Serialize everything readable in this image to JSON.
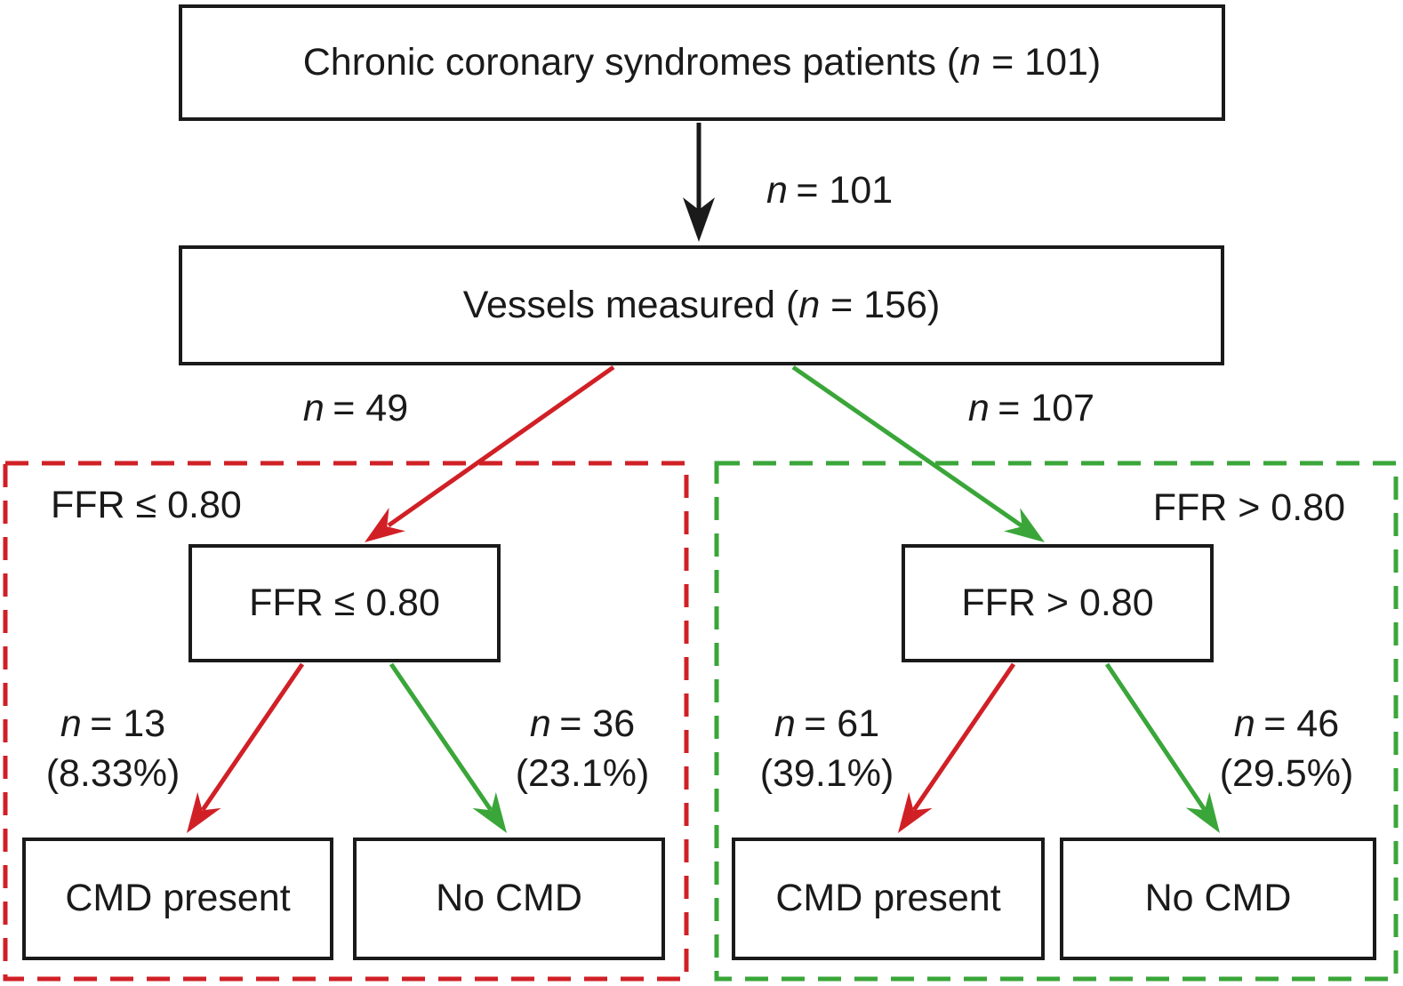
{
  "colors": {
    "red": "#d02026",
    "green": "#3aa639",
    "ink": "#1a1a1a"
  },
  "nodes": {
    "patients": {
      "pre": "Chronic coronary syndromes patients (",
      "n": "n",
      "post": " = 101)"
    },
    "vessels": {
      "pre": "Vessels measured (",
      "n": "n",
      "post": " = 156)"
    },
    "ffr_low_box": {
      "label": "FFR ≤ 0.80"
    },
    "ffr_high_box": {
      "label": "FFR > 0.80"
    },
    "cmd_present_low": {
      "label": "CMD present"
    },
    "no_cmd_low": {
      "label": "No CMD"
    },
    "cmd_present_high": {
      "label": "CMD present"
    },
    "no_cmd_high": {
      "label": "No CMD"
    }
  },
  "regions": {
    "low": {
      "label": "FFR ≤ 0.80"
    },
    "high": {
      "label": "FFR > 0.80"
    }
  },
  "edges": {
    "patients_to_vessels": {
      "n": "n",
      "value": "= 101"
    },
    "vessels_to_low": {
      "n": "n",
      "value": "= 49"
    },
    "vessels_to_high": {
      "n": "n",
      "value": "= 107"
    },
    "low_to_cmd": {
      "n": "n",
      "value": "= 13",
      "pct": "(8.33%)"
    },
    "low_to_nocmd": {
      "n": "n",
      "value": "= 36",
      "pct": "(23.1%)"
    },
    "high_to_cmd": {
      "n": "n",
      "value": "= 61",
      "pct": "(39.1%)"
    },
    "high_to_nocmd": {
      "n": "n",
      "value": "= 46",
      "pct": "(29.5%)"
    }
  }
}
